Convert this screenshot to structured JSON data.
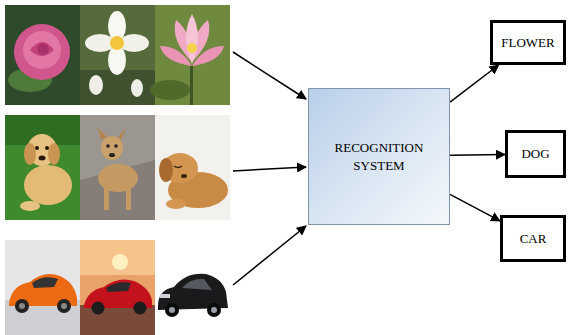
{
  "diagram": {
    "nodes": [
      {
        "text": [
          "RECOGNITION SYSTEM"
        ]
      },
      {
        "text": [
          "FLOWER"
        ]
      },
      {
        "text": [
          "DOG"
        ]
      },
      {
        "text": [
          "CAR"
        ]
      }
    ],
    "edges": [
      {
        "from": 0,
        "to": 1,
        "arrow": "to"
      },
      {
        "from": 0,
        "to": 2,
        "arrow": "to"
      },
      {
        "from": 0,
        "to": 3,
        "arrow": "to"
      }
    ]
  }
}
